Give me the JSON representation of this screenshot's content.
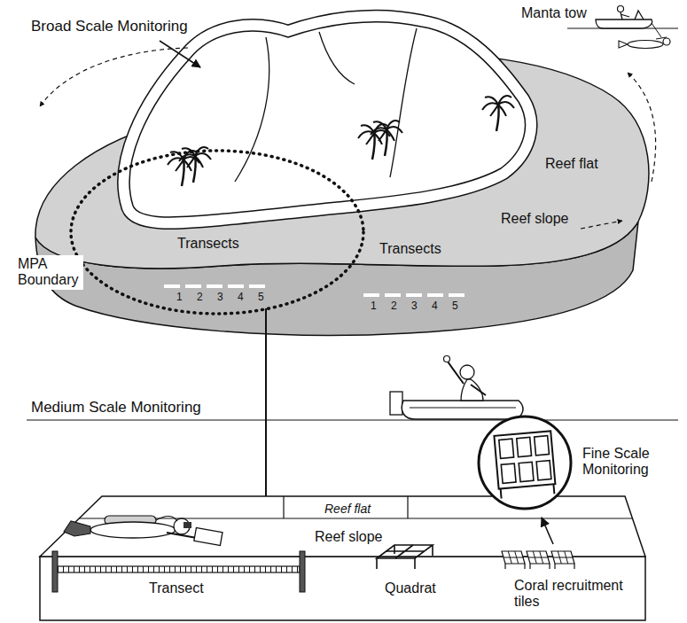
{
  "diagram": {
    "labels": [
      "Broad Scale Monitoring",
      "Manta tow",
      "Reef flat",
      "Reef slope",
      "MPA Boundary",
      "Transects",
      "1",
      "2",
      "3",
      "4",
      "5",
      "Transects",
      "1",
      "2",
      "3",
      "4",
      "5",
      "Medium Scale Monitoring",
      "Fine Scale Monitoring",
      "Reef flat",
      "Reef slope",
      "Transect",
      "Quadrat",
      "Coral recruitment tiles"
    ]
  }
}
